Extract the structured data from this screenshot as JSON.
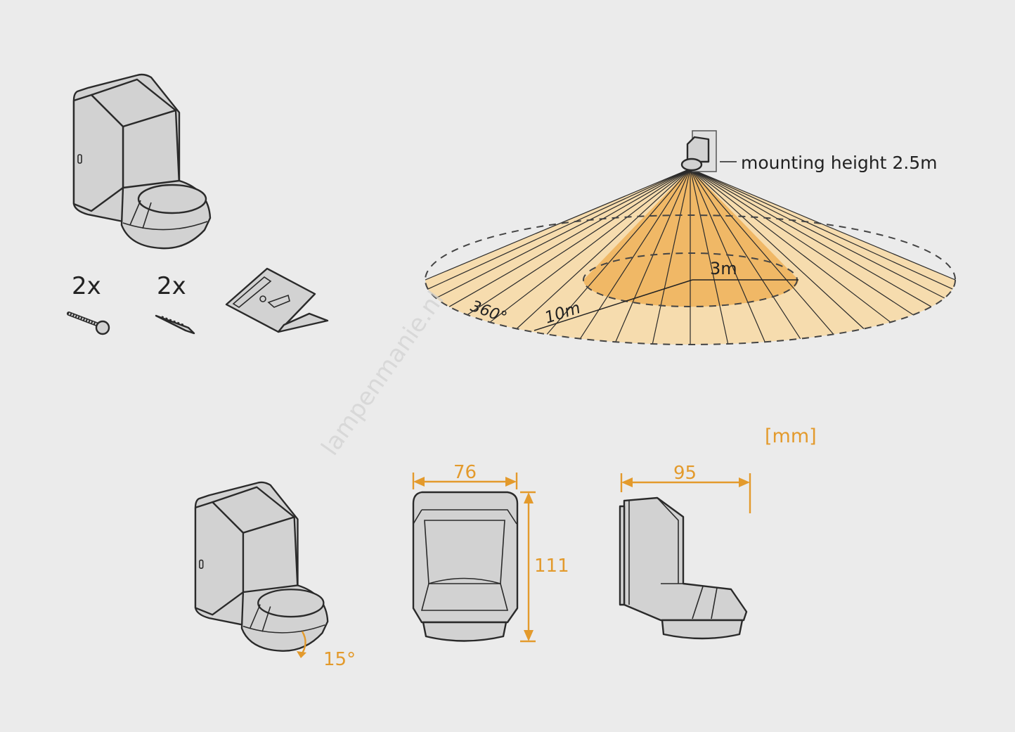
{
  "contents": {
    "screw_qty": "2x",
    "plug_qty": "2x"
  },
  "detection": {
    "mounting_label": "mounting height 2.5m",
    "inner_radius": "3m",
    "outer_radius": "10m",
    "angle": "360°"
  },
  "dimensions": {
    "unit": "[mm]",
    "width": "76",
    "height": "111",
    "depth": "95",
    "tilt": "15°"
  },
  "watermark": "lampenmanie.nl",
  "colors": {
    "background": "#ebebeb",
    "accent": "#e39a2c",
    "cone_outer": "#f6dcae",
    "cone_inner": "#f0b866"
  }
}
